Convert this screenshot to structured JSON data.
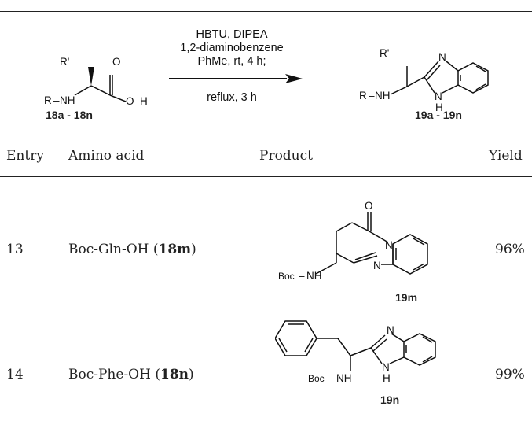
{
  "scheme": {
    "conditions_top": [
      "HBTU, DIPEA",
      "1,2-diaminobenzene",
      "PhMe, rt, 4 h;"
    ],
    "conditions_bottom": "reflux, 3 h",
    "reactant_label": "18a - 18n",
    "product_label": "19a - 19n",
    "atoms": {
      "r": "R",
      "r_prime": "R'",
      "nh": "NH",
      "o": "O",
      "oh": "O–H",
      "n": "N",
      "h": "H"
    }
  },
  "table": {
    "headers": {
      "entry": "Entry",
      "amino_acid": "Amino acid",
      "product": "Product",
      "yield": "Yield"
    },
    "rows": [
      {
        "entry": "13",
        "amino_acid_prefix": "Boc-Gln-OH (",
        "amino_acid_code": "18m",
        "amino_acid_suffix": ")",
        "product_label": "19m",
        "yield": "96%",
        "boc": "Boc",
        "nh": "NH",
        "o": "O",
        "n": "N"
      },
      {
        "entry": "14",
        "amino_acid_prefix": "Boc-Phe-OH (",
        "amino_acid_code": "18n",
        "amino_acid_suffix": ")",
        "product_label": "19n",
        "yield": "99%",
        "boc": "Boc",
        "nh": "NH",
        "n": "N",
        "h": "H"
      }
    ]
  }
}
